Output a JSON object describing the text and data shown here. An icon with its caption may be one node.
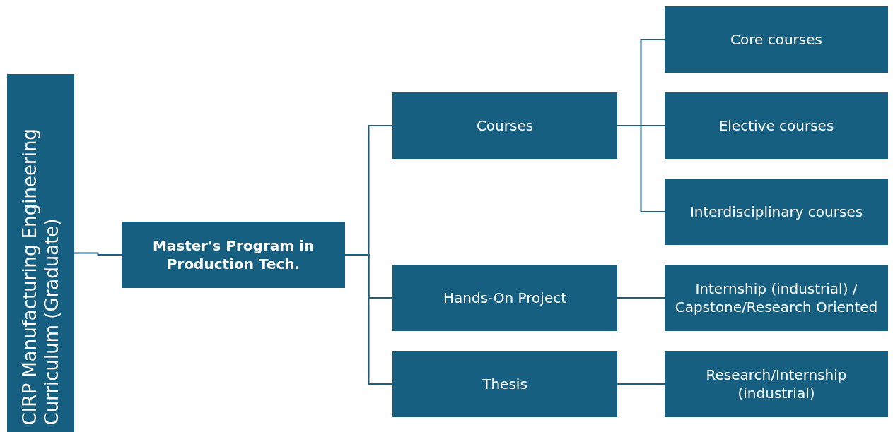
{
  "diagram": {
    "nodes": [
      {
        "text": [
          "CIRP Manufacturing Engineering Curriculum (Graduate)"
        ]
      },
      {
        "text": [
          "Master's Program in Production Tech."
        ]
      },
      {
        "text": [
          "Courses"
        ]
      },
      {
        "text": [
          "Hands-On Project"
        ]
      },
      {
        "text": [
          "Thesis"
        ]
      },
      {
        "text": [
          "Core courses"
        ]
      },
      {
        "text": [
          "Elective courses"
        ]
      },
      {
        "text": [
          "Interdisciplinary courses"
        ]
      },
      {
        "text": [
          "Internship (industrial) / Capstone/Research Oriented"
        ]
      },
      {
        "text": [
          "Research/Internship (industrial)"
        ]
      }
    ],
    "edges": [
      {
        "from": 0,
        "to": 1,
        "arrow": "none"
      },
      {
        "from": 1,
        "to": 2,
        "arrow": "none"
      },
      {
        "from": 1,
        "to": 3,
        "arrow": "none"
      },
      {
        "from": 1,
        "to": 4,
        "arrow": "none"
      },
      {
        "from": 2,
        "to": 5,
        "arrow": "none"
      },
      {
        "from": 2,
        "to": 6,
        "arrow": "none"
      },
      {
        "from": 2,
        "to": 7,
        "arrow": "none"
      },
      {
        "from": 3,
        "to": 8,
        "arrow": "none"
      },
      {
        "from": 4,
        "to": 9,
        "arrow": "none"
      }
    ]
  }
}
